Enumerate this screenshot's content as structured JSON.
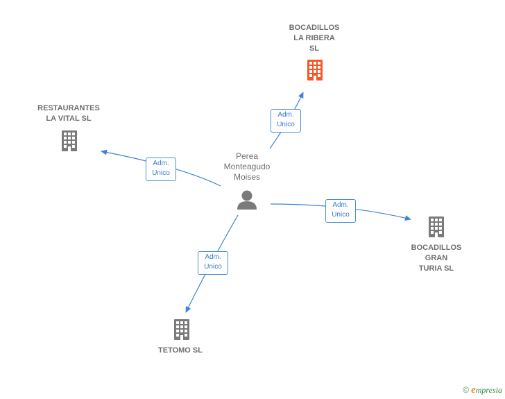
{
  "center": {
    "label": "Perea\nMonteagudo\nMoises",
    "icon": "person-icon"
  },
  "companies": [
    {
      "id": "bocadillos-la-ribera",
      "label": "BOCADILLOS\nLA RIBERA\nSL",
      "icon": "building-icon",
      "color": "#f0592a"
    },
    {
      "id": "restaurantes-la-vital",
      "label": "RESTAURANTES\nLA VITAL  SL",
      "icon": "building-icon",
      "color": "#7a7a7a"
    },
    {
      "id": "bocadillos-gran-turia",
      "label": "BOCADILLOS\nGRAN\nTURIA  SL",
      "icon": "building-icon",
      "color": "#7a7a7a"
    },
    {
      "id": "tetomo",
      "label": "TETOMO  SL",
      "icon": "building-icon",
      "color": "#7a7a7a"
    }
  ],
  "relations": [
    {
      "label": "Adm.\nUnico"
    },
    {
      "label": "Adm.\nUnico"
    },
    {
      "label": "Adm.\nUnico"
    },
    {
      "label": "Adm.\nUnico"
    }
  ],
  "footer": {
    "copyright": "©",
    "brand_initial": "e",
    "brand_rest": "mpresia"
  },
  "colors": {
    "edge": "#3f82d4",
    "label_text": "#6e6e6e",
    "highlight": "#f0592a"
  }
}
